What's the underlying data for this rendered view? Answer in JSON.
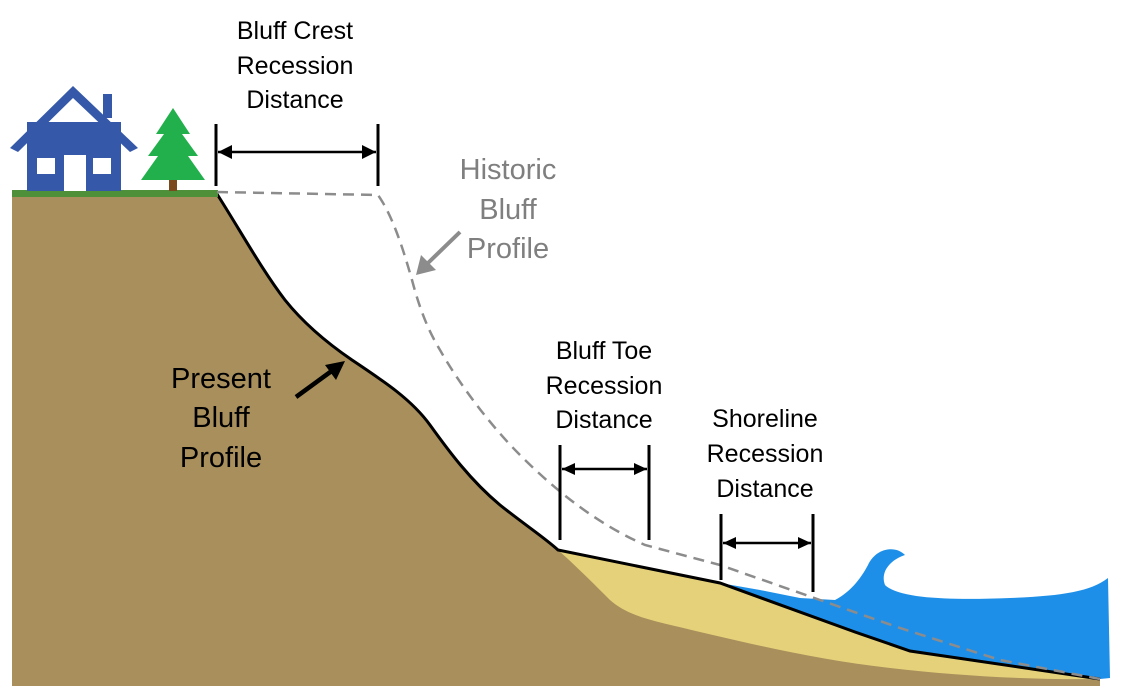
{
  "labels": {
    "crest": [
      "Bluff Crest",
      "Recession",
      "Distance"
    ],
    "historic": [
      "Historic",
      "Bluff",
      "Profile"
    ],
    "present": [
      "Present",
      "Bluff",
      "Profile"
    ],
    "toe": [
      "Bluff Toe",
      "Recession",
      "Distance"
    ],
    "shoreline": [
      "Shoreline",
      "Recession",
      "Distance"
    ]
  },
  "colors": {
    "soil": "#a88f5c",
    "sand": "#e5d17a",
    "water": "#1e8fe8",
    "grass": "#4e8f3a",
    "house": "#3559a8",
    "tree": "#22b04c",
    "trunk": "#7a4a1e",
    "historic_line": "#8c8c8c",
    "historic_text": "#7f7f7f"
  },
  "icons": {
    "house": "house-icon",
    "tree": "pine-tree-icon"
  }
}
